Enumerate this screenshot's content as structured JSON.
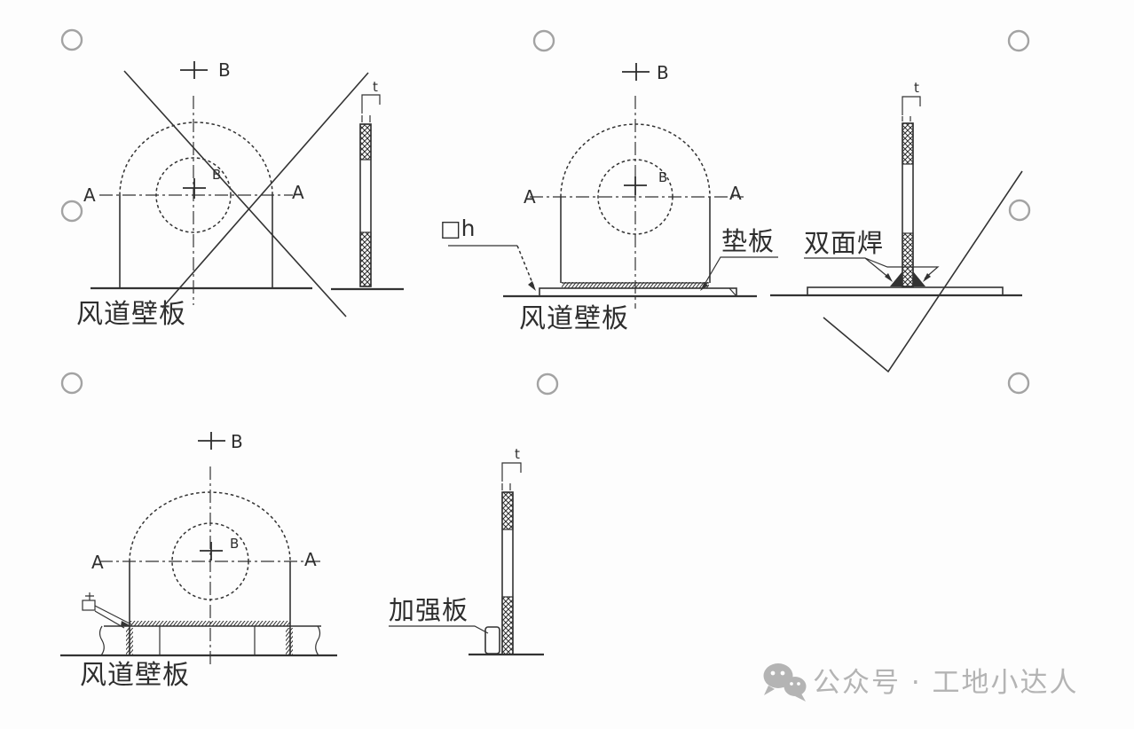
{
  "canvas": {
    "background": "#fdfdfd",
    "line_color": "#333333"
  },
  "figures": {
    "direct_weld": {
      "status_mark": "cross-out-icon",
      "wall_label": "风道壁板",
      "section_top": "B",
      "section_left": "A",
      "section_right": "A",
      "hole_mark": "B",
      "thickness_label": "t"
    },
    "backing_plate": {
      "status_mark": "check-icon",
      "wall_label": "风道壁板",
      "weld_size_label": "□h",
      "backing_plate_label": "垫板",
      "double_weld_label": "双面焊",
      "section_top": "B",
      "section_left": "A",
      "section_right": "A",
      "hole_mark": "B",
      "thickness_label": "t"
    },
    "reinforced": {
      "wall_label": "风道壁板",
      "reinforcement_label": "加强板",
      "section_top": "B",
      "section_left": "A",
      "section_right": "A",
      "hole_mark": "B",
      "thickness_label": "t"
    }
  },
  "registration_circles": {
    "color": "#a3a3a3",
    "count": 8
  },
  "watermark": {
    "icon": "wechat-icon",
    "text": "公众号 · 工地小达人",
    "color": "#b4b4b4"
  }
}
